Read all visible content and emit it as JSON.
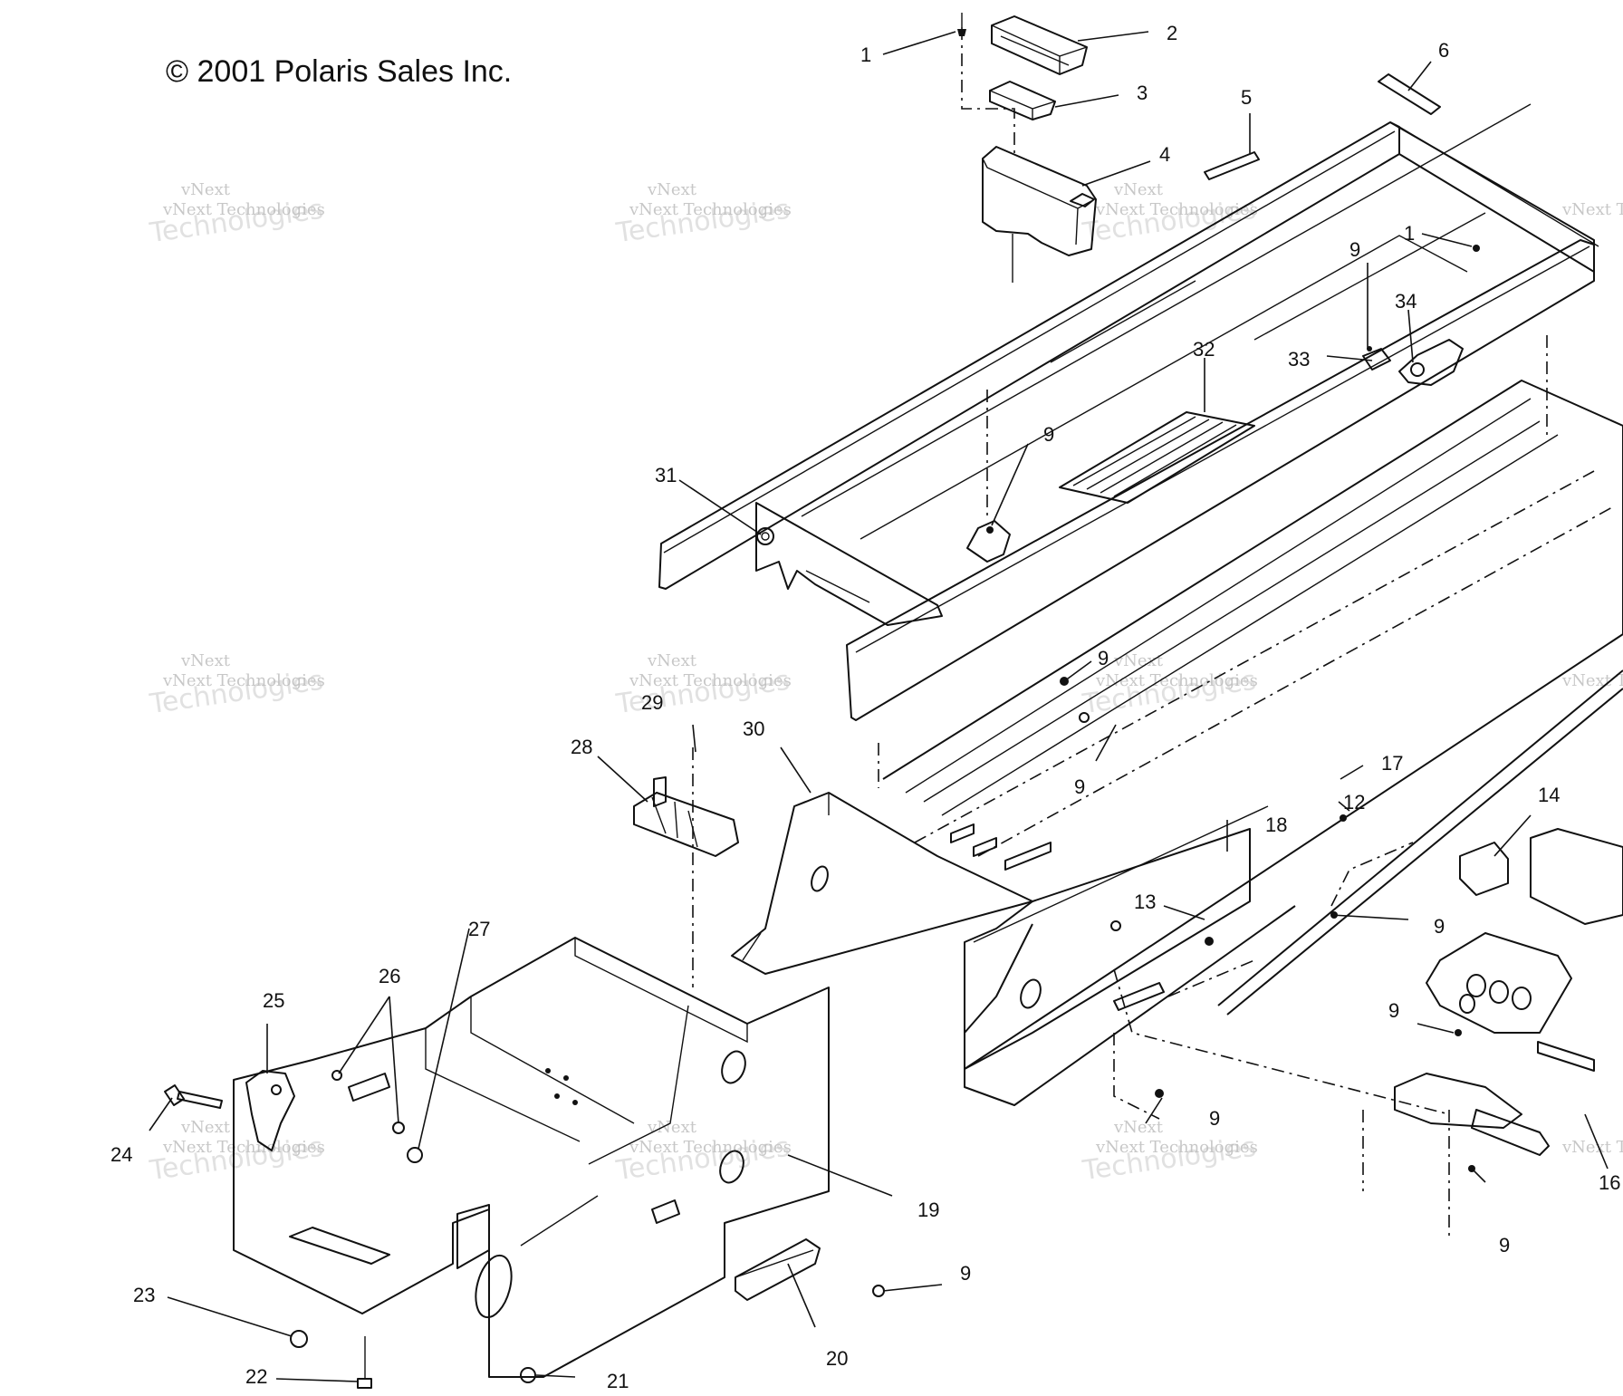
{
  "copyright": "© 2001 Polaris Sales Inc.",
  "watermark": {
    "line1": "vNext",
    "line2": "vNext Technologies",
    "line3": "Technologies"
  },
  "callouts": {
    "c1a": "1",
    "c2": "2",
    "c3": "3",
    "c4": "4",
    "c5": "5",
    "c6": "6",
    "c1b": "1",
    "c9a": "9",
    "c34": "34",
    "c33": "33",
    "c32": "32",
    "c9b": "9",
    "c31": "31",
    "c9c": "9",
    "c29": "29",
    "c28": "28",
    "c30": "30",
    "c9d": "9",
    "c17": "17",
    "c12": "12",
    "c14": "14",
    "c18": "18",
    "c13": "13",
    "c9e": "9",
    "c27": "27",
    "c26": "26",
    "c25": "25",
    "c24": "24",
    "c9f": "9",
    "c9g": "9",
    "c19": "19",
    "c16": "16",
    "c9h": "9",
    "c9i": "9",
    "c23": "23",
    "c20": "20",
    "c22": "22",
    "c21": "21"
  }
}
